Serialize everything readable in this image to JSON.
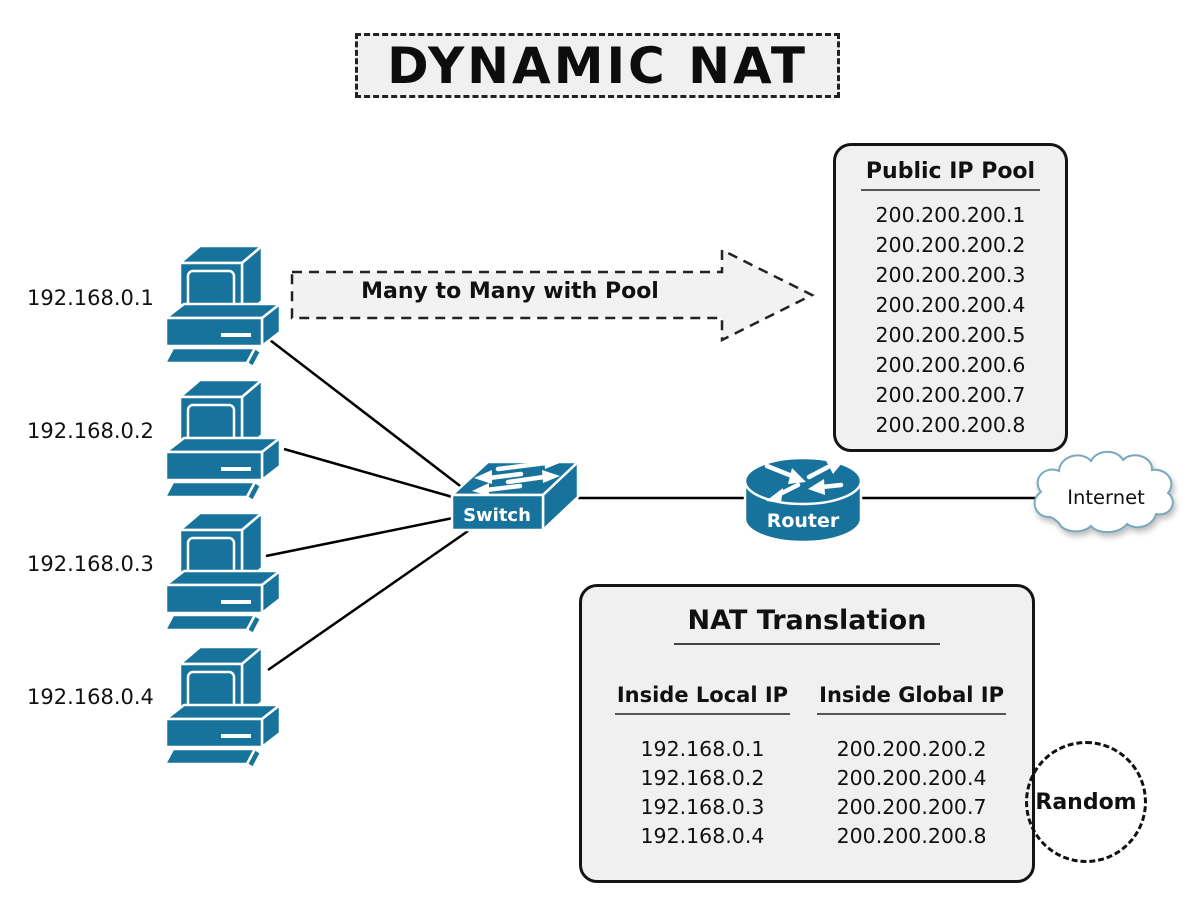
{
  "title": "DYNAMIC NAT",
  "arrow": {
    "label": "Many to Many with Pool"
  },
  "computers": [
    {
      "ip": "192.168.0.1"
    },
    {
      "ip": "192.168.0.2"
    },
    {
      "ip": "192.168.0.3"
    },
    {
      "ip": "192.168.0.4"
    }
  ],
  "network": {
    "switch_label": "Switch",
    "router_label": "Router",
    "internet_label": "Internet"
  },
  "public_ip_pool": {
    "title": "Public IP Pool",
    "ips": [
      "200.200.200.1",
      "200.200.200.2",
      "200.200.200.3",
      "200.200.200.4",
      "200.200.200.5",
      "200.200.200.6",
      "200.200.200.7",
      "200.200.200.8"
    ]
  },
  "nat_table": {
    "title": "NAT Translation",
    "columns": [
      "Inside Local IP",
      "Inside Global IP"
    ],
    "rows": [
      [
        "192.168.0.1",
        "200.200.200.2"
      ],
      [
        "192.168.0.2",
        "200.200.200.4"
      ],
      [
        "192.168.0.3",
        "200.200.200.7"
      ],
      [
        "192.168.0.4",
        "200.200.200.8"
      ]
    ]
  },
  "random_label": "Random",
  "colors": {
    "device": "#17739c",
    "panel_bg": "#f0f0f0",
    "panel_border": "#141414",
    "cloud_stroke": "#7aa9bd",
    "text": "#111111"
  }
}
